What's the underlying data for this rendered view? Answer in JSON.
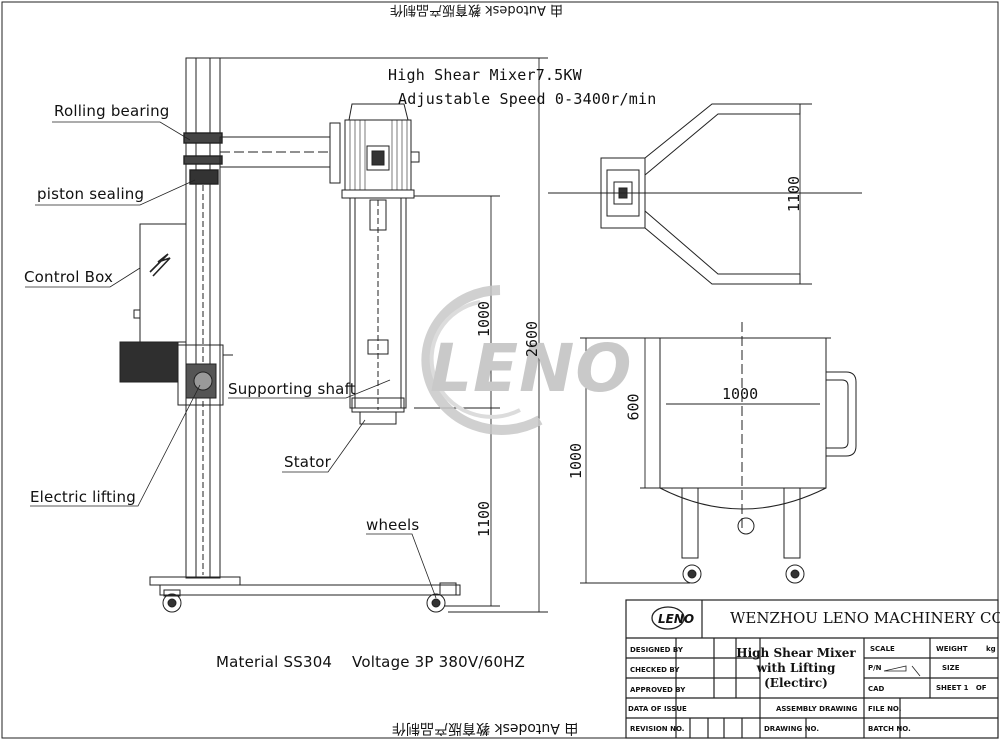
{
  "header": {
    "mirrored_top": "由 Autodesk 教育版产品制作",
    "mirrored_bottom": "由 Autodesk 教育版产品制作"
  },
  "spec": {
    "line1": "High Shear Mixer7.5KW",
    "line2": "Adjustable Speed 0-3400r/min"
  },
  "labels": {
    "rolling_bearing": "Rolling bearing",
    "piston_sealing": "piston sealing",
    "control_box": "Control Box",
    "supporting_shaft": "Supporting shaft",
    "electric_lifting": "Electric  lifting",
    "stator": "Stator",
    "wheels": "wheels"
  },
  "dimensions": {
    "d1000_mixer": "1000",
    "d2600": "2600",
    "d1100_base": "1100",
    "d1100_top": "1100",
    "d1000_tank_width": "1000",
    "d600": "600",
    "d1000_tank_height": "1000"
  },
  "footer": {
    "material_voltage": "Material SS304    Voltage 3P 380V/60HZ"
  },
  "watermark": {
    "text": "LENO"
  },
  "title_block": {
    "company": "WENZHOU LENO MACHINERY CO.,LTD",
    "logo_text": "LENO",
    "title": "High Shear Mixer with Lifting (Electirc)",
    "rows": {
      "designed_by": "DESIGNED BY",
      "checked_by": "CHECKED BY",
      "approved_by": "APPROVED BY",
      "data_of_issue": "DATA OF ISSUE",
      "revision_no": "REVISION NO."
    },
    "scale": "SCALE",
    "pn": "P/N",
    "cad": "CAD",
    "weight": "WEIGHT",
    "weight_unit": "kg",
    "size": "SIZE",
    "sheet": "SHEET 1   OF",
    "assembly_drawing": "ASSEMBLY DRAWING",
    "drawing_no": "DRAWING NO.",
    "file_no": "FILE NO.",
    "batch_no": "BATCH NO."
  }
}
